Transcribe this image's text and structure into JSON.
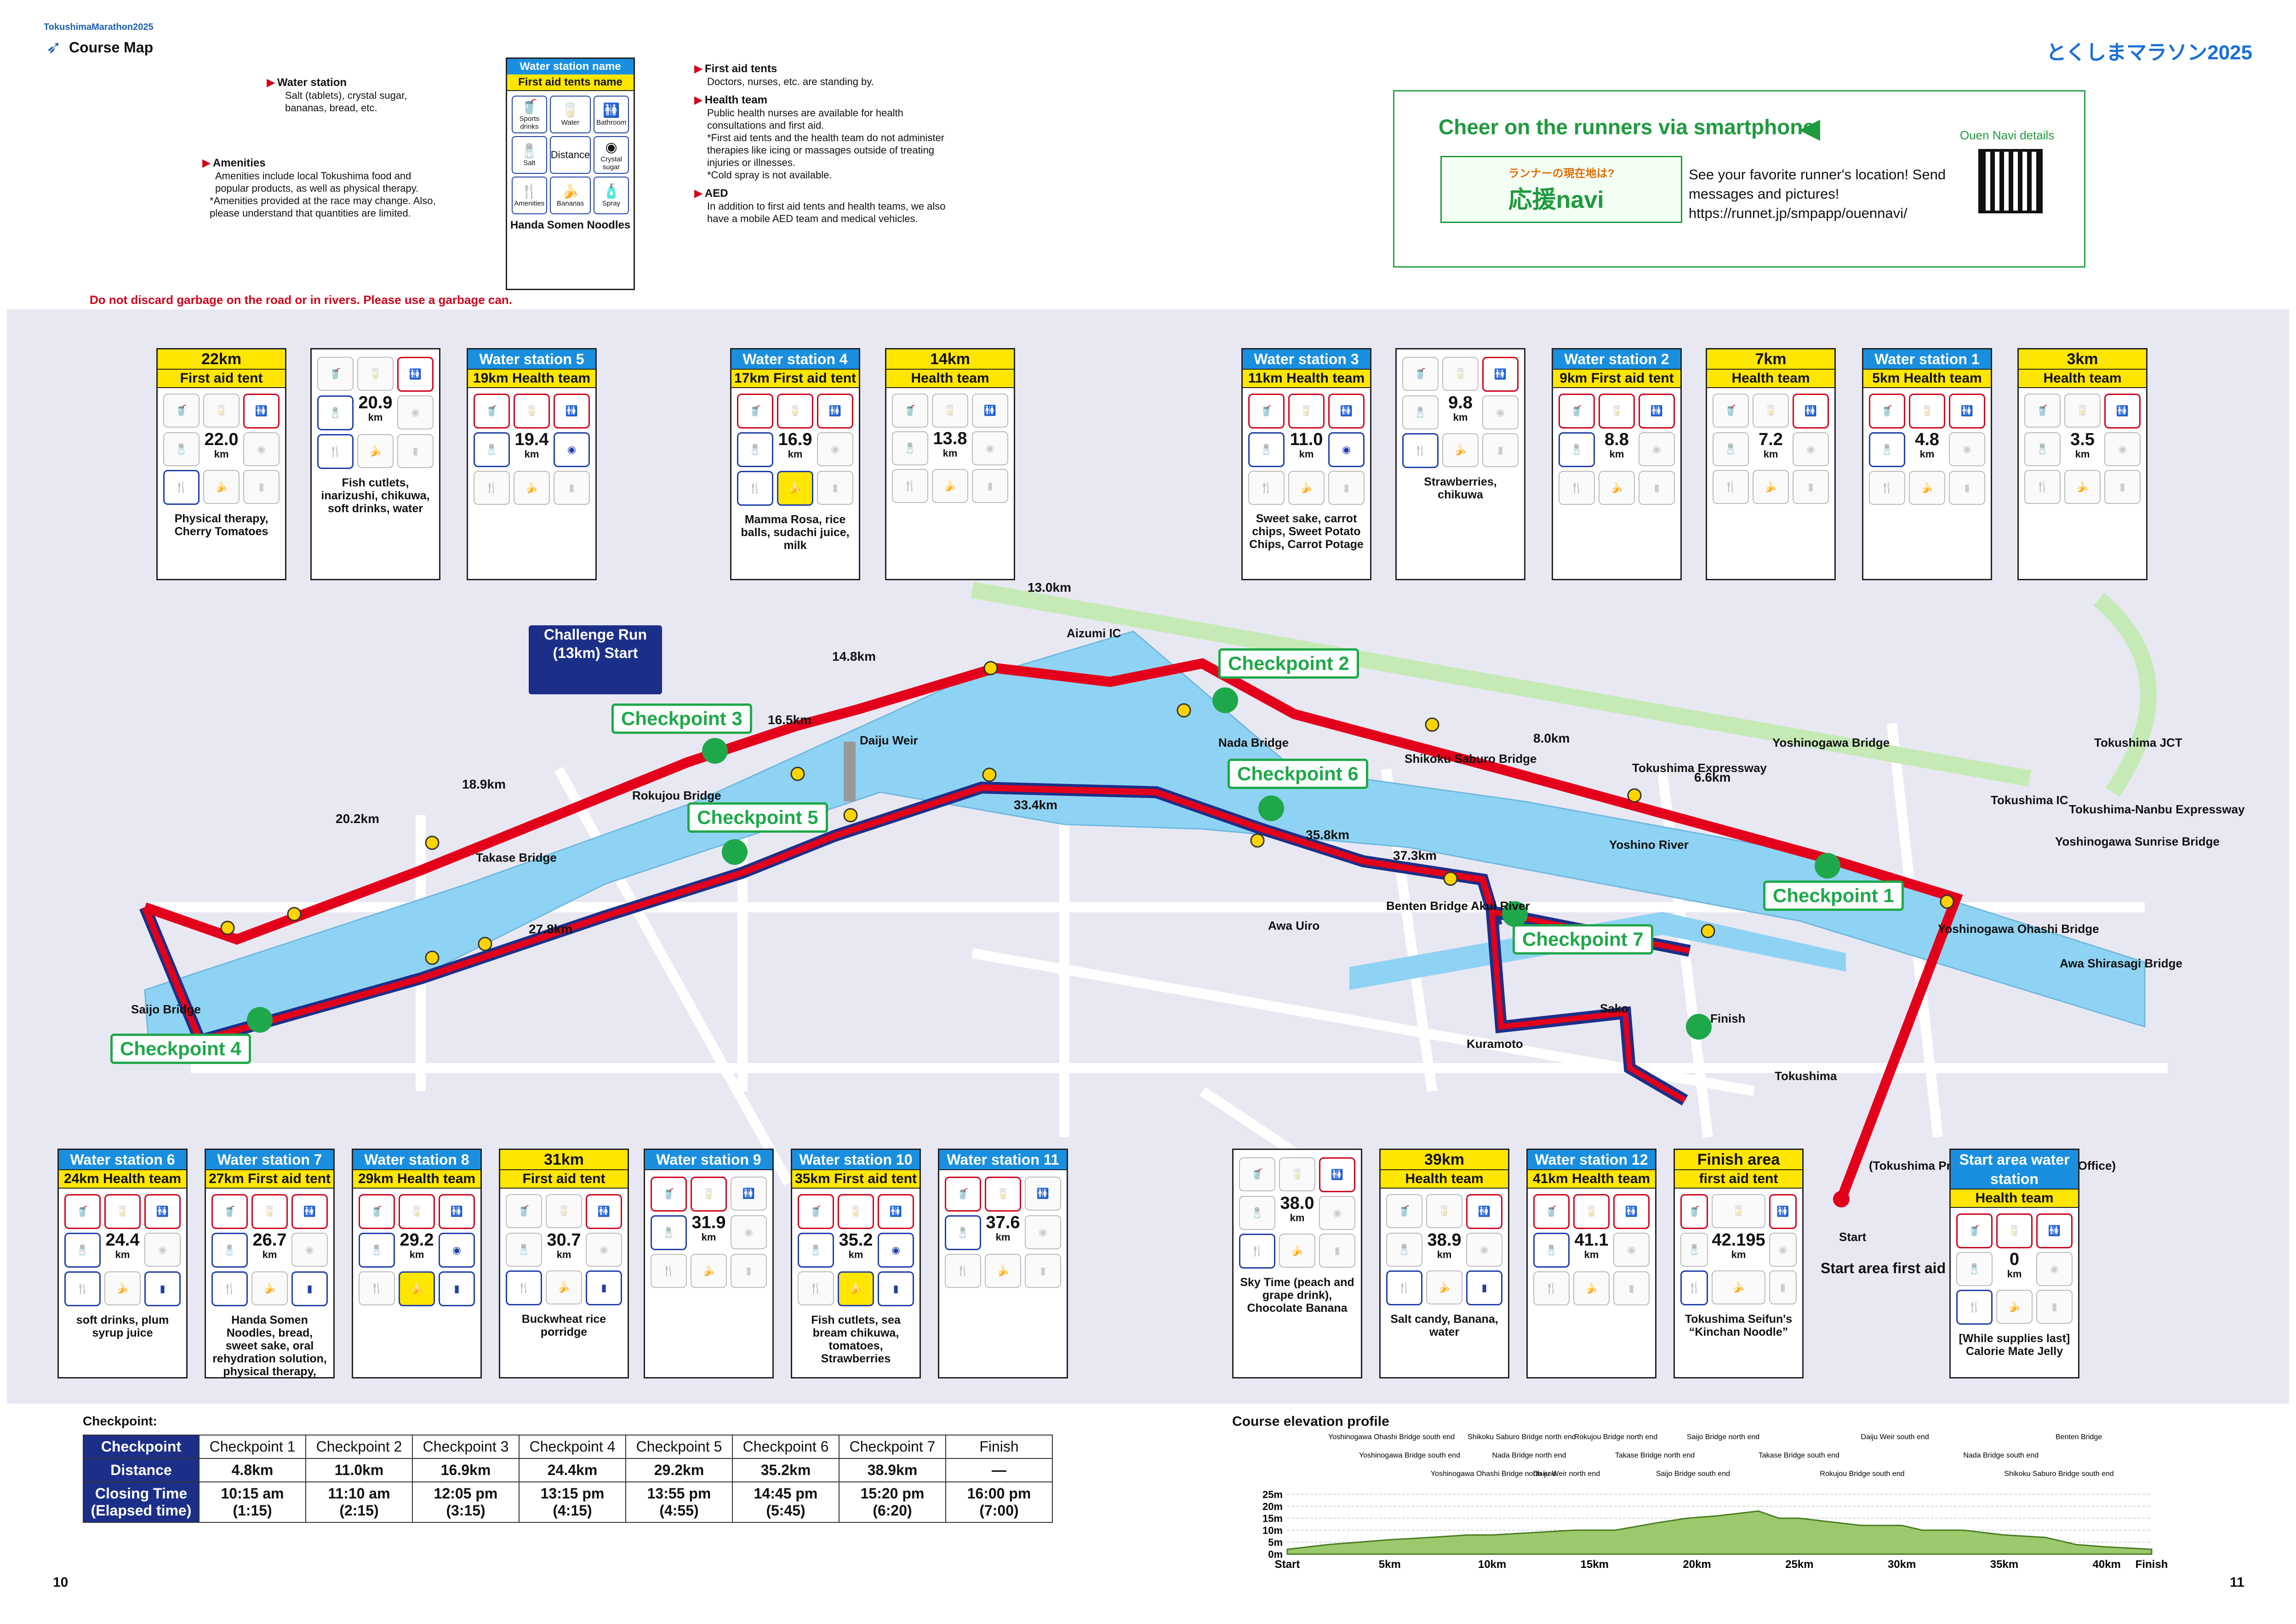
{
  "header": {
    "small_title": "TokushimaMarathon2025",
    "title": "Course Map",
    "brand": "とくしまマラソン2025"
  },
  "legend": {
    "water_station_title": "Water station",
    "water_station_text": "Salt (tablets), crystal sugar, bananas, bread, etc.",
    "amenities_title": "Amenities",
    "amenities_text": "Amenities include local Tokushima food and popular products, as well as physical therapy.",
    "amenities_note": "*Amenities provided at the race may change. Also, please understand that quantities are limited.",
    "box_head1": "Water station name",
    "box_head2": "First aid tents name",
    "icon_labels": [
      "Sports drinks",
      "Water",
      "Bathroom",
      "Salt",
      "Distance",
      "Crystal sugar",
      "Amenities",
      "Bananas",
      "Spray"
    ],
    "box_footer": "Handa Somen Noodles",
    "first_aid_title": "First aid tents",
    "first_aid_text": "Doctors, nurses, etc. are standing by.",
    "health_title": "Health team",
    "health_text": "Public health nurses are available for health consultations and first aid.",
    "health_note": "*First aid tents and the health team do not administer therapies like icing or massages outside of treating injuries or illnesses.",
    "spray_note": "*Cold spray is not available.",
    "aed_title": "AED",
    "aed_text": "In addition to first aid tents and health teams, we also have a mobile AED team and medical vehicles."
  },
  "warning": "Do not discard garbage on the road or in rivers. Please use a garbage can.",
  "cheer": {
    "title": "Cheer on the runners via smartphone",
    "logo": "応援navi",
    "logo_sub": "ランナーの現在地は?",
    "text": "See your favorite runner's location! Send messages and pictures!",
    "url": "https://runnet.jp/smpapp/ouennavi/",
    "details": "Ouen Navi details"
  },
  "stations_top": [
    {
      "h1": "22km",
      "h2": "First aid tent",
      "km": "22.0",
      "note": "Physical therapy, Cherry Tomatoes",
      "on": [
        2,
        6
      ]
    },
    {
      "h1": "",
      "h2": "",
      "km": "20.9",
      "note": "Fish cutlets, inarizushi, chikuwa, soft drinks, water",
      "on": [
        2,
        3,
        6
      ]
    },
    {
      "h1": "Water station 5",
      "h2": "19km Health team",
      "km": "19.4",
      "note": "",
      "on": [
        0,
        1,
        2,
        3,
        5
      ]
    },
    {
      "h1": "Water station 4",
      "h2": "17km First aid tent",
      "km": "16.9",
      "note": "Mamma Rosa, rice balls, sudachi juice, milk",
      "on": [
        0,
        1,
        2,
        3,
        6,
        7
      ]
    },
    {
      "h1": "14km",
      "h2": "Health team",
      "km": "13.8",
      "note": "",
      "on": []
    },
    {
      "h1": "Water station 3",
      "h2": "11km Health team",
      "km": "11.0",
      "note": "Sweet sake, carrot chips, Sweet Potato Chips, Carrot Potage",
      "on": [
        0,
        1,
        2,
        3,
        5
      ]
    },
    {
      "h1": "",
      "h2": "",
      "km": "9.8",
      "note": "Strawberries, chikuwa",
      "on": [
        2,
        6
      ]
    },
    {
      "h1": "Water station 2",
      "h2": "9km First aid tent",
      "km": "8.8",
      "note": "",
      "on": [
        0,
        1,
        2,
        3
      ]
    },
    {
      "h1": "7km",
      "h2": "Health team",
      "km": "7.2",
      "note": "",
      "on": [
        2
      ]
    },
    {
      "h1": "Water station 1",
      "h2": "5km Health team",
      "km": "4.8",
      "note": "",
      "on": [
        0,
        1,
        2,
        3
      ]
    },
    {
      "h1": "3km",
      "h2": "Health team",
      "km": "3.5",
      "note": "",
      "on": [
        2
      ]
    }
  ],
  "stations_bottom": [
    {
      "h1": "Water station 6",
      "h2": "24km Health team",
      "km": "24.4",
      "note": "soft drinks, plum syrup juice",
      "on": [
        0,
        1,
        2,
        3,
        6,
        8
      ]
    },
    {
      "h1": "Water station 7",
      "h2": "27km First aid tent",
      "km": "26.7",
      "note": "Handa Somen Noodles, bread, sweet sake, oral rehydration solution, physical therapy,",
      "on": [
        0,
        1,
        2,
        3,
        6,
        8
      ]
    },
    {
      "h1": "Water station 8",
      "h2": "29km Health team",
      "km": "29.2",
      "note": "",
      "on": [
        0,
        1,
        2,
        3,
        5,
        7,
        8
      ]
    },
    {
      "h1": "31km",
      "h2": "First aid tent",
      "km": "30.7",
      "note": "Buckwheat rice porridge",
      "on": [
        2,
        6,
        8
      ]
    },
    {
      "h1": "Water station 9",
      "h2": "",
      "km": "31.9",
      "note": "",
      "on": [
        0,
        1,
        3
      ]
    },
    {
      "h1": "Water station 10",
      "h2": "35km First aid tent",
      "km": "35.2",
      "note": "Fish cutlets, sea bream chikuwa, tomatoes, Strawberries",
      "on": [
        0,
        1,
        2,
        3,
        5,
        7,
        8
      ]
    },
    {
      "h1": "Water station 11",
      "h2": "",
      "km": "37.6",
      "note": "",
      "on": [
        0,
        1,
        3
      ]
    },
    {
      "h1": "",
      "h2": "",
      "km": "38.0",
      "note": "Sky Time (peach and grape drink), Chocolate Banana",
      "on": [
        2,
        6
      ]
    },
    {
      "h1": "39km",
      "h2": "Health team",
      "km": "38.9",
      "note": "Salt candy, Banana, water",
      "on": [
        2,
        6,
        8
      ]
    },
    {
      "h1": "Water station 12",
      "h2": "41km Health team",
      "km": "41.1",
      "note": "",
      "on": [
        0,
        1,
        2,
        3
      ]
    },
    {
      "h1": "Finish area",
      "h2": "first aid tent",
      "km": "42.195",
      "note": "Tokushima Seifun's “Kinchan Noodle”",
      "on": [
        0,
        2,
        6
      ]
    },
    {
      "h1": "Start area water station",
      "h2": "Health team",
      "km": "0",
      "note": "[While supplies last] Calorie Mate Jelly",
      "on": [
        0,
        1,
        2,
        6
      ]
    }
  ],
  "checkpoints_map": [
    "Checkpoint 1",
    "Checkpoint 2",
    "Checkpoint 3",
    "Checkpoint 4",
    "Checkpoint 5",
    "Checkpoint 6",
    "Checkpoint 7"
  ],
  "map_labels": {
    "challenge": "Challenge Run (13km) Start",
    "km_marks": [
      "13.0km",
      "14.8km",
      "16.5km",
      "18.9km",
      "20.2km",
      "27.8km",
      "33.4km",
      "35.8km",
      "37.3km",
      "8.0km",
      "6.6km"
    ],
    "places": [
      "Daiju Weir",
      "Rokujou Bridge",
      "Takase Bridge",
      "Saijo Bridge",
      "Nada Bridge",
      "Shikoku Saburo Bridge",
      "Yoshino River",
      "Yoshinogawa Bridge",
      "Tokushima Expressway",
      "Aizumi IC",
      "Tokushima JCT",
      "Tokushima IC",
      "Tokushima-Nanbu Expressway",
      "Yoshinogawa Sunrise Bridge",
      "Yoshinogawa Ohashi Bridge",
      "Awa Shirasagi Bridge",
      "Benten Bridge Akui River",
      "Awa Uiro",
      "Finish",
      "Start",
      "Start area first aid tent",
      "(Tokushima Prefectural Government Office)",
      "Kuramoto",
      "Tokushima",
      "Sako"
    ]
  },
  "checkpoint_table": {
    "title": "Checkpoint:",
    "row_heads": [
      "Checkpoint",
      "Distance",
      "Closing Time (Elapsed time)"
    ],
    "cols": [
      "Checkpoint 1",
      "Checkpoint 2",
      "Checkpoint 3",
      "Checkpoint 4",
      "Checkpoint 5",
      "Checkpoint 6",
      "Checkpoint 7",
      "Finish"
    ],
    "distance": [
      "4.8km",
      "11.0km",
      "16.9km",
      "24.4km",
      "29.2km",
      "35.2km",
      "38.9km",
      "—"
    ],
    "closing": [
      "10:15 am (1:15)",
      "11:10 am (2:15)",
      "12:05 pm (3:15)",
      "13:15 pm (4:15)",
      "13:55 pm (4:55)",
      "14:45 pm (5:45)",
      "15:20 pm (6:20)",
      "16:00 pm (7:00)"
    ]
  },
  "elevation": {
    "title": "Course elevation profile",
    "y_ticks": [
      "25m",
      "20m",
      "15m",
      "10m",
      "5m",
      "0m"
    ],
    "x_ticks": [
      "Start",
      "5km",
      "10km",
      "15km",
      "20km",
      "25km",
      "30km",
      "35km",
      "40km",
      "Finish"
    ],
    "profile_km": [
      0,
      2,
      3.5,
      5,
      7,
      8.8,
      10,
      12,
      14,
      16,
      18,
      19.5,
      21,
      22,
      23,
      24,
      25,
      26,
      28,
      30,
      31,
      33,
      35,
      37,
      38.5,
      40,
      42.195
    ],
    "profile_m": [
      2,
      4,
      5,
      6,
      7,
      8,
      8,
      9,
      10,
      10,
      13,
      15,
      16,
      17,
      18,
      15,
      15,
      14,
      12,
      12,
      10,
      10,
      8,
      7,
      4,
      3,
      2
    ],
    "annotations": [
      "Yoshinogawa Ohashi Bridge south end",
      "Yoshinogawa Bridge south end",
      "Yoshinogawa Ohashi Bridge north end",
      "Shikoku Saburo Bridge north end",
      "Nada Bridge north end",
      "Daiju Weir north end",
      "Rokujou Bridge north end",
      "Takase Bridge north end",
      "Saijo Bridge south end",
      "Saijo Bridge north end",
      "Takase Bridge south end",
      "Rokujou Bridge south end",
      "Daiju Weir south end",
      "Nada Bridge south end",
      "Shikoku Saburo Bridge south end",
      "Benten Bridge"
    ]
  },
  "pages": {
    "left": "10",
    "right": "11"
  },
  "colors": {
    "route_red": "#e3001b",
    "route_blue": "#1c2f88",
    "river": "#8fd3f4",
    "checkpoint_green": "#1fa84a",
    "header_yellow": "#ffe600",
    "header_blue": "#1a8fe0"
  }
}
